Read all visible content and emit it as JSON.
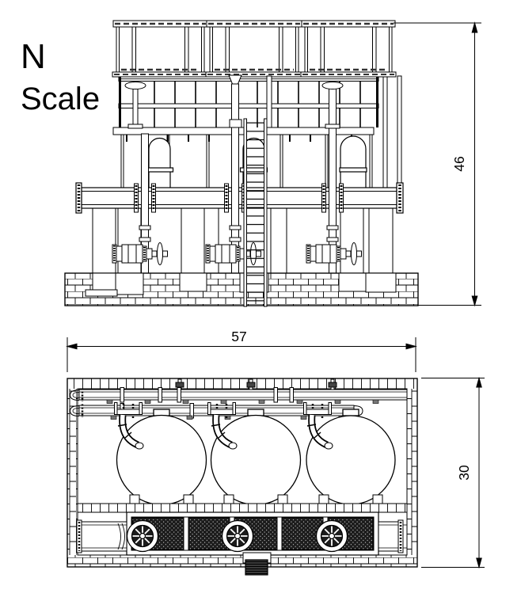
{
  "title_block": {
    "line1": "N",
    "line2": "Scale"
  },
  "dimensions": {
    "elevation_height": "46",
    "plan_width": "57",
    "plan_depth": "30"
  },
  "views": {
    "front_elevation": {
      "tank_count": 3,
      "has_ladder": true,
      "has_brick_foundation": true
    },
    "plan_view": {
      "tank_count": 3,
      "fan_count": 3,
      "wall": "brick perimeter"
    }
  },
  "colors": {
    "ink": "#000000",
    "paper": "#ffffff",
    "grating_fill": "#1c1c1c",
    "support_pad": "#777777",
    "stub_fill": "#3a3a3a"
  }
}
